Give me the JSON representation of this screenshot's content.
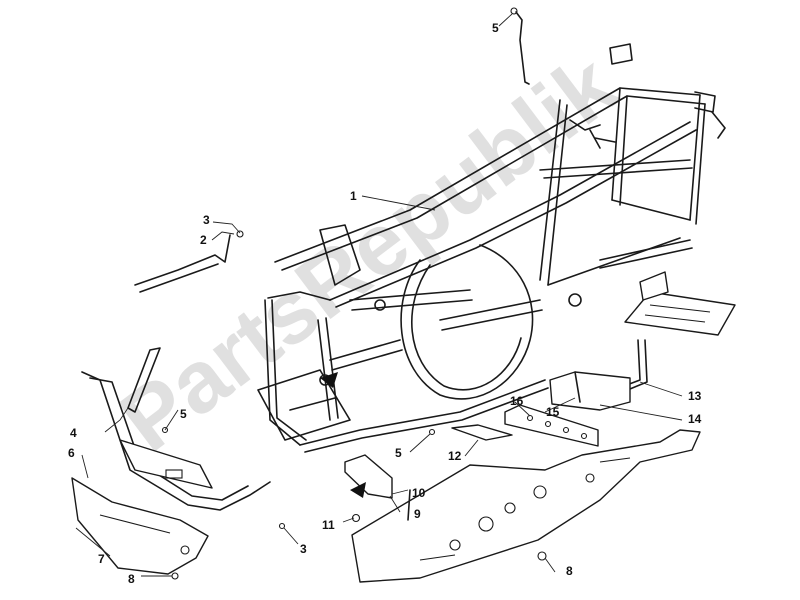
{
  "watermark": "PartsRepublik",
  "callouts": {
    "c1": "1",
    "c2": "2",
    "c3a": "3",
    "c3b": "3",
    "c4": "4",
    "c5a": "5",
    "c5b": "5",
    "c5c": "5",
    "c6": "6",
    "c7": "7",
    "c8a": "8",
    "c8b": "8",
    "c9": "9",
    "c10": "10",
    "c11": "11",
    "c12": "12",
    "c13": "13",
    "c14": "14",
    "c15": "15",
    "c16": "16"
  }
}
